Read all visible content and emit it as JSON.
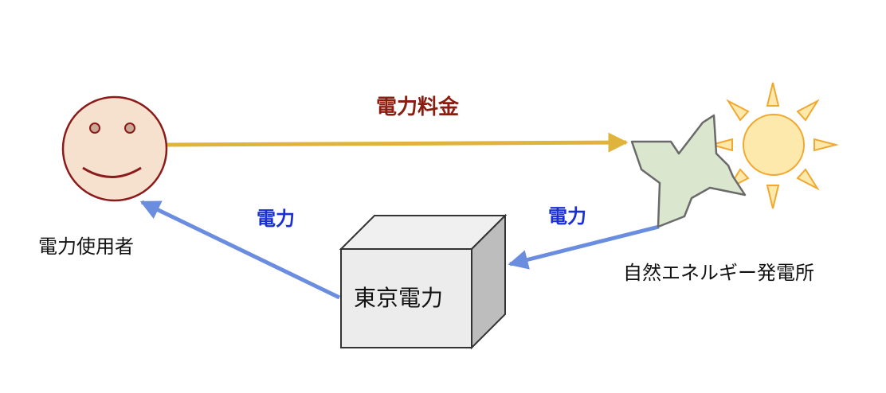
{
  "nodes": {
    "user": {
      "label": "電力使用者"
    },
    "utility": {
      "label": "東京電力"
    },
    "station": {
      "label": "自然エネルギー発電所"
    }
  },
  "edges": {
    "payment": {
      "label": "電力料金",
      "color": "#e0b43c",
      "label_color": "#8a1d10"
    },
    "power_to_utility": {
      "label": "電力",
      "color": "#6a8de0",
      "label_color": "#1a2ed8"
    },
    "power_to_user": {
      "label": "電力",
      "color": "#6a8de0",
      "label_color": "#1a2ed8"
    }
  },
  "colors": {
    "face_fill": "#f5e1cd",
    "face_stroke": "#8b1a1a",
    "box_front": "#ececec",
    "box_top": "#f0f0f0",
    "box_side": "#bdbdbd",
    "turbine_fill": "#dbe6cf",
    "sun_fill": "#fde9ac",
    "sun_stroke": "#f0a830"
  },
  "icons": {
    "user": "smiley-face-icon",
    "utility": "3d-box-icon",
    "station": "wind-turbine-icon",
    "sun": "sun-icon"
  }
}
